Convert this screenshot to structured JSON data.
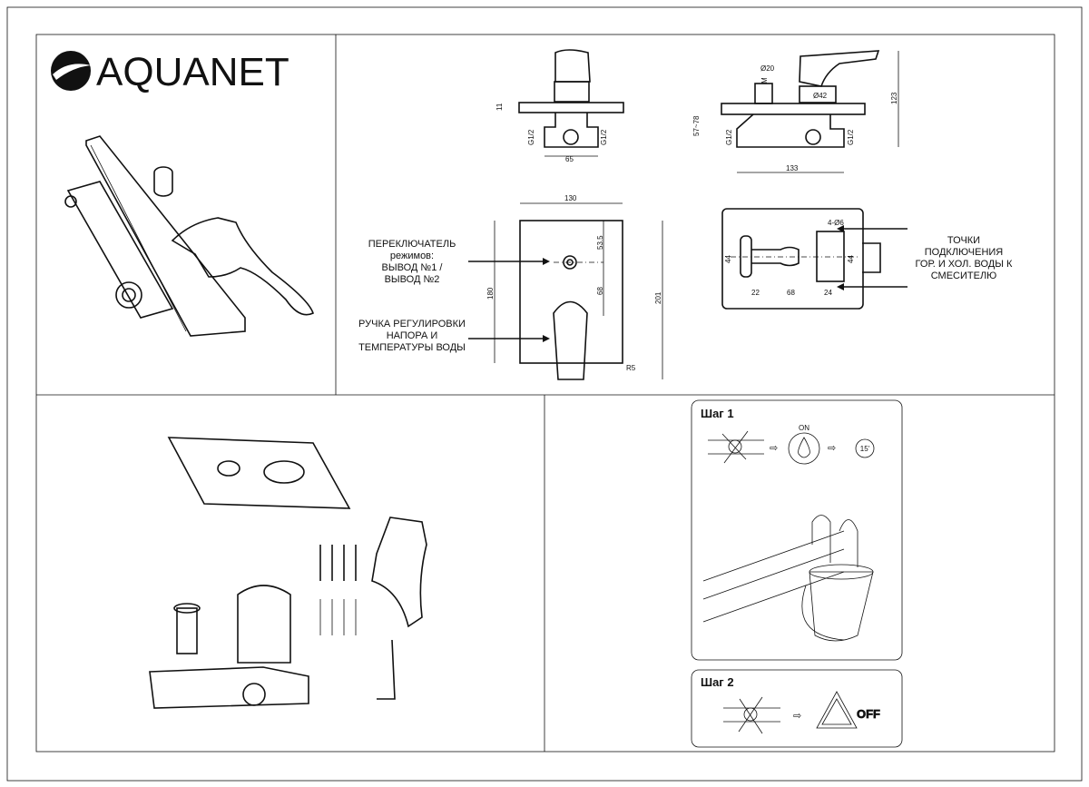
{
  "brand": {
    "name": "AQUANET"
  },
  "dimensions": {
    "side": {
      "h11": "11",
      "g_left": "G1/2",
      "g_right": "G1/2",
      "w65": "65"
    },
    "side2": {
      "d20": "Ø20",
      "m": "M",
      "d42": "Ø42",
      "h57_78": "57~78",
      "g_left": "G1/2",
      "g_right": "G1/2",
      "w133": "133",
      "h123": "123"
    },
    "front": {
      "w130": "130",
      "h53_5": "53.5",
      "h68": "68",
      "h180": "180",
      "h201": "201",
      "r": "R5"
    },
    "back": {
      "holes": "4-Ø6",
      "h44a": "44",
      "h44b": "44",
      "w22": "22",
      "w68": "68",
      "w24": "24"
    }
  },
  "labels": {
    "switch": [
      "ПЕРЕКЛЮЧАТЕЛЬ",
      "режимов:",
      "ВЫВОД №1 /",
      "ВЫВОД №2"
    ],
    "handle": [
      "РУЧКА РЕГУЛИРОВКИ",
      "НАПОРА И",
      "ТЕМПЕРАТУРЫ ВОДЫ"
    ],
    "connection": [
      "ТОЧКИ",
      "ПОДКЛЮЧЕНИЯ",
      "ГОР. И ХОЛ. ВОДЫ К",
      "СМЕСИТЕЛЮ"
    ]
  },
  "steps": [
    {
      "title": "Шаг 1",
      "on_label": "ON",
      "timer": "15'"
    },
    {
      "title": "Шаг 2",
      "off_label": "OFF"
    }
  ]
}
